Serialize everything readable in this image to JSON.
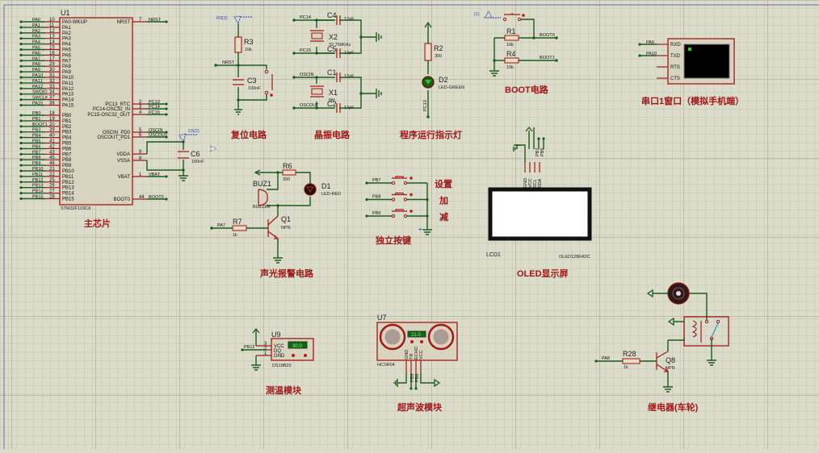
{
  "app": {
    "name": "Proteus ISIS schematic"
  },
  "colors": {
    "background": "#dcdccb",
    "grid_minor": "#c8c8b4",
    "grid_major": "#b9b9a4",
    "wire": "#1d5a1d",
    "component": "#a01818",
    "component_fill": "#d8d4c0",
    "title": "#a01818",
    "probe": "#2a3ec0"
  },
  "mcu": {
    "ref": "U1",
    "part": "STM32F103C8",
    "title": "主芯片",
    "left_pins": [
      {
        "net": "PA0",
        "num": "10",
        "name": "PA0-WKUP"
      },
      {
        "net": "PA1",
        "num": "11",
        "name": "PA1"
      },
      {
        "net": "PA2",
        "num": "12",
        "name": "PA2"
      },
      {
        "net": "PA3",
        "num": "13",
        "name": "PA3"
      },
      {
        "net": "PA4",
        "num": "14",
        "name": "PA4"
      },
      {
        "net": "PA5",
        "num": "15",
        "name": "PA5"
      },
      {
        "net": "PA6",
        "num": "16",
        "name": "PA6"
      },
      {
        "net": "PA7",
        "num": "17",
        "name": "PA7"
      },
      {
        "net": "PA8",
        "num": "29",
        "name": "PA8"
      },
      {
        "net": "PA9",
        "num": "30",
        "name": "PA9"
      },
      {
        "net": "PA10",
        "num": "31",
        "name": "PA10"
      },
      {
        "net": "PA11",
        "num": "32",
        "name": "PA11"
      },
      {
        "net": "PA12",
        "num": "33",
        "name": "PA12"
      },
      {
        "net": "SWDIO",
        "num": "34",
        "name": "PA13"
      },
      {
        "net": "SWCLK",
        "num": "37",
        "name": "PA14"
      },
      {
        "net": "PA15",
        "num": "38",
        "name": "PA15"
      },
      {
        "net": "PB0",
        "num": "18",
        "name": "PB0"
      },
      {
        "net": "PB1",
        "num": "19",
        "name": "PB1"
      },
      {
        "net": "BOOT1",
        "num": "20",
        "name": "PB2"
      },
      {
        "net": "PB3",
        "num": "39",
        "name": "PB3"
      },
      {
        "net": "PB4",
        "num": "40",
        "name": "PB4"
      },
      {
        "net": "PB5",
        "num": "41",
        "name": "PB5"
      },
      {
        "net": "PB6",
        "num": "42",
        "name": "PB6"
      },
      {
        "net": "PB7",
        "num": "43",
        "name": "PB7"
      },
      {
        "net": "PB8",
        "num": "45",
        "name": "PB8"
      },
      {
        "net": "PB9",
        "num": "46",
        "name": "PB9"
      },
      {
        "net": "PB10",
        "num": "21",
        "name": "PB10"
      },
      {
        "net": "PB11",
        "num": "22",
        "name": "PB11"
      },
      {
        "net": "PB12",
        "num": "25",
        "name": "PB12"
      },
      {
        "net": "PB13",
        "num": "26",
        "name": "PB13"
      },
      {
        "net": "PB14",
        "num": "27",
        "name": "PB14"
      },
      {
        "net": "PB15",
        "num": "28",
        "name": "PB15"
      }
    ],
    "right_pins": [
      {
        "net": "NRST",
        "num": "7",
        "name": "NRST"
      },
      {
        "net": "PC13",
        "num": "2",
        "name": "PC13_RTC"
      },
      {
        "net": "PC14",
        "num": "3",
        "name": "PC14-OSC32_IN"
      },
      {
        "net": "PC15",
        "num": "4",
        "name": "PC15-OSC32_OUT"
      },
      {
        "net": "OSCIN",
        "num": "5",
        "name": "OSCIN_PD0"
      },
      {
        "net": "OSCOUT",
        "num": "6",
        "name": "OSCOUT_PD1"
      },
      {
        "net": "",
        "num": "9",
        "name": "VDDA"
      },
      {
        "net": "",
        "num": "8",
        "name": "VSSA"
      },
      {
        "net": "VBAT",
        "num": "1",
        "name": "VBAT"
      },
      {
        "net": "BOOT0",
        "num": "44",
        "name": "BOOT0"
      }
    ],
    "cap": {
      "ref": "C6",
      "value": "100nF",
      "probe": "C6(2)"
    }
  },
  "reset": {
    "title": "复位电路",
    "probe": "R3(2)",
    "net": "NRST",
    "r": {
      "ref": "R3",
      "value": "10k"
    },
    "c": {
      "ref": "C3",
      "value": "100nF"
    }
  },
  "crystal": {
    "title": "晶振电路",
    "x2": {
      "ref": "X2",
      "value": "32.768KHz",
      "nets": [
        "PC14",
        "PC15"
      ],
      "caps": [
        {
          "ref": "C4",
          "value": "12pF"
        },
        {
          "ref": "C5",
          "value": "12pF"
        }
      ]
    },
    "x1": {
      "ref": "X1",
      "value": "8M",
      "nets": [
        "OSCIN",
        "OSCOUT"
      ],
      "caps": [
        {
          "ref": "C1",
          "value": "12pF"
        },
        {
          "ref": "C2",
          "value": "12pF"
        }
      ]
    }
  },
  "led": {
    "title": "程序运行指示灯",
    "r": {
      "ref": "R2",
      "value": "300"
    },
    "d": {
      "ref": "D2",
      "value": "LED-GREEN"
    },
    "net": "PC13"
  },
  "boot": {
    "title": "BOOT电路",
    "probe": "(1)",
    "r1": {
      "ref": "R1",
      "value": "10k",
      "net": "BOOT0"
    },
    "r4": {
      "ref": "R4",
      "value": "10k",
      "net": "BOOT1"
    }
  },
  "uart": {
    "title": "串口1窗口（模拟手机端）",
    "pins": [
      {
        "name": "RXD",
        "net": "PA9"
      },
      {
        "name": "TXD",
        "net": "PA10"
      },
      {
        "name": "RTS",
        "net": ""
      },
      {
        "name": "CTS",
        "net": ""
      }
    ]
  },
  "alarm": {
    "title": "声光报警电路",
    "buzzer": {
      "ref": "BUZ1",
      "value": "BUZZER"
    },
    "r6": {
      "ref": "R6",
      "value": "300"
    },
    "d1": {
      "ref": "D1",
      "value": "LED-RED"
    },
    "r7": {
      "ref": "R7",
      "value": "1k"
    },
    "q1": {
      "ref": "Q1",
      "value": "NPN"
    },
    "net": "PA7"
  },
  "keys": {
    "title": "独立按键",
    "nets": [
      "PB7",
      "PB8",
      "PB9"
    ],
    "labels": [
      "设置",
      "加",
      "减"
    ]
  },
  "oled": {
    "title": "OLED显示屏",
    "ref": "LCD1",
    "part": "OLED12864I2C",
    "pins": [
      "GND",
      "VCC",
      "SCL",
      "SDA"
    ],
    "nets": [
      "PB7",
      "PB6"
    ]
  },
  "temp": {
    "title": "测温模块",
    "ref": "U9",
    "part": "DS18B20",
    "display": "30.0",
    "pins": [
      {
        "num": "3",
        "name": "VCC"
      },
      {
        "num": "2",
        "name": "DQ"
      },
      {
        "num": "1",
        "name": "GND"
      }
    ],
    "net": "PB12"
  },
  "ultra": {
    "title": "超声波模块",
    "ref": "U7",
    "part": "HCSR04",
    "display": "21.0",
    "pins": [
      "GND",
      "TR",
      "ECHO",
      "VCC"
    ],
    "nets": [
      "PB5",
      "PB6"
    ]
  },
  "relay": {
    "title": "继电器(车轮)",
    "r28": {
      "ref": "R28",
      "value": "1k"
    },
    "q8": {
      "ref": "Q8",
      "value": "NPN"
    },
    "net": "PA8"
  }
}
